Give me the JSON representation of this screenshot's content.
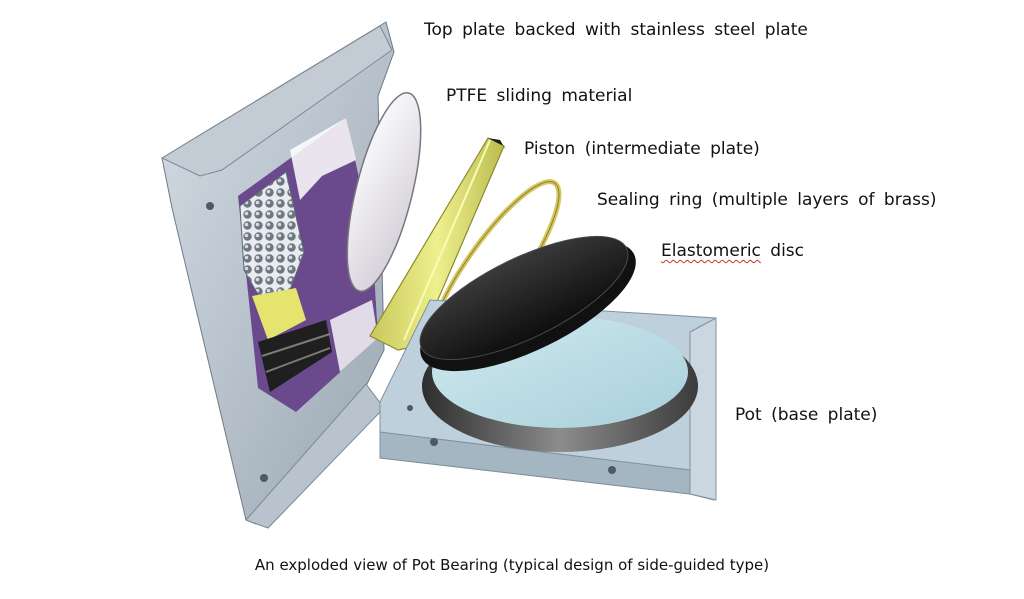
{
  "labels": {
    "top_plate": "Top plate backed with stainless steel plate",
    "ptfe": "PTFE sliding material",
    "piston": "Piston (intermediate plate)",
    "sealing_ring": "Sealing ring (multiple layers of brass)",
    "elastomeric_word": "Elastomeric",
    "elastomeric_rest": "disc",
    "pot": "Pot (base plate)"
  },
  "caption": "An exploded view of Pot Bearing (typical design of side-guided type)",
  "colors": {
    "steel_light": "#c9d3dd",
    "steel_mid": "#a9b6c2",
    "steel_dark": "#7e8b97",
    "ptfe": "#ece9ef",
    "piston_yellow": "#e2e27a",
    "brass": "#d9c96a",
    "elastomer": "#1e1e1e",
    "pot_inner": "#b7dbe4",
    "cut_purple": "#6a4a8c"
  }
}
